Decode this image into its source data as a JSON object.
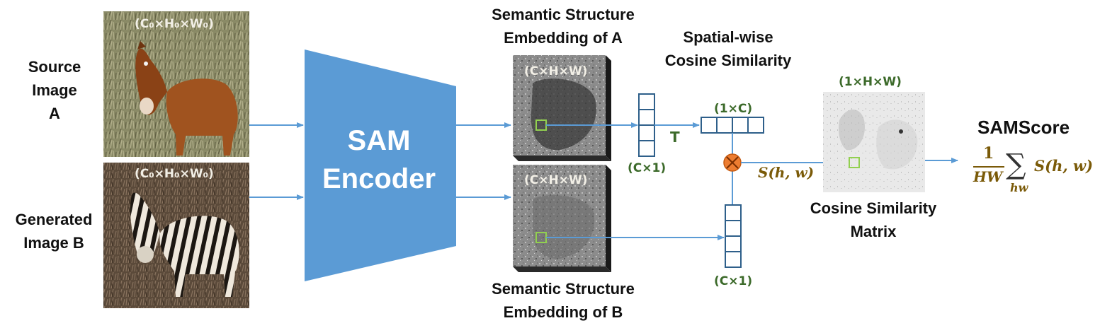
{
  "labels": {
    "source_image": "Source\nImage A",
    "generated_image": "Generated\nImage B",
    "encoder": "SAM\nEncoder",
    "embedding_a": "Semantic Structure\nEmbedding of A",
    "embedding_b": "Semantic Structure\nEmbedding of B",
    "cosine_title": "Spatial-wise\nCosine Similarity",
    "matrix": "Cosine Similarity\nMatrix",
    "samscore_title": "SAMScore"
  },
  "dims": {
    "input_a": "(C₀×H₀×W₀)",
    "input_b": "(C₀×H₀×W₀)",
    "embed_a": "(C×H×W)",
    "embed_b": "(C×H×W)",
    "vec_a": "(C×1)",
    "vec_b": "(C×1)",
    "transposed": "(1×C)",
    "sim_matrix": "(1×H×W)"
  },
  "symbols": {
    "transpose": "T",
    "similarity": "S(h, w)",
    "fraction_num": "1",
    "fraction_den": "HW",
    "sum": "∑",
    "sum_index": "hw",
    "score_term": "S(h, w)"
  },
  "colors": {
    "encoder": "#5b9bd5",
    "arrow": "#5b9bd5",
    "vector_stroke": "#2e5f8a",
    "patch": "#92d050",
    "multiply": "#ed7d31",
    "dim_green": "#3c6a2a",
    "math_gold": "#7a5a08"
  }
}
